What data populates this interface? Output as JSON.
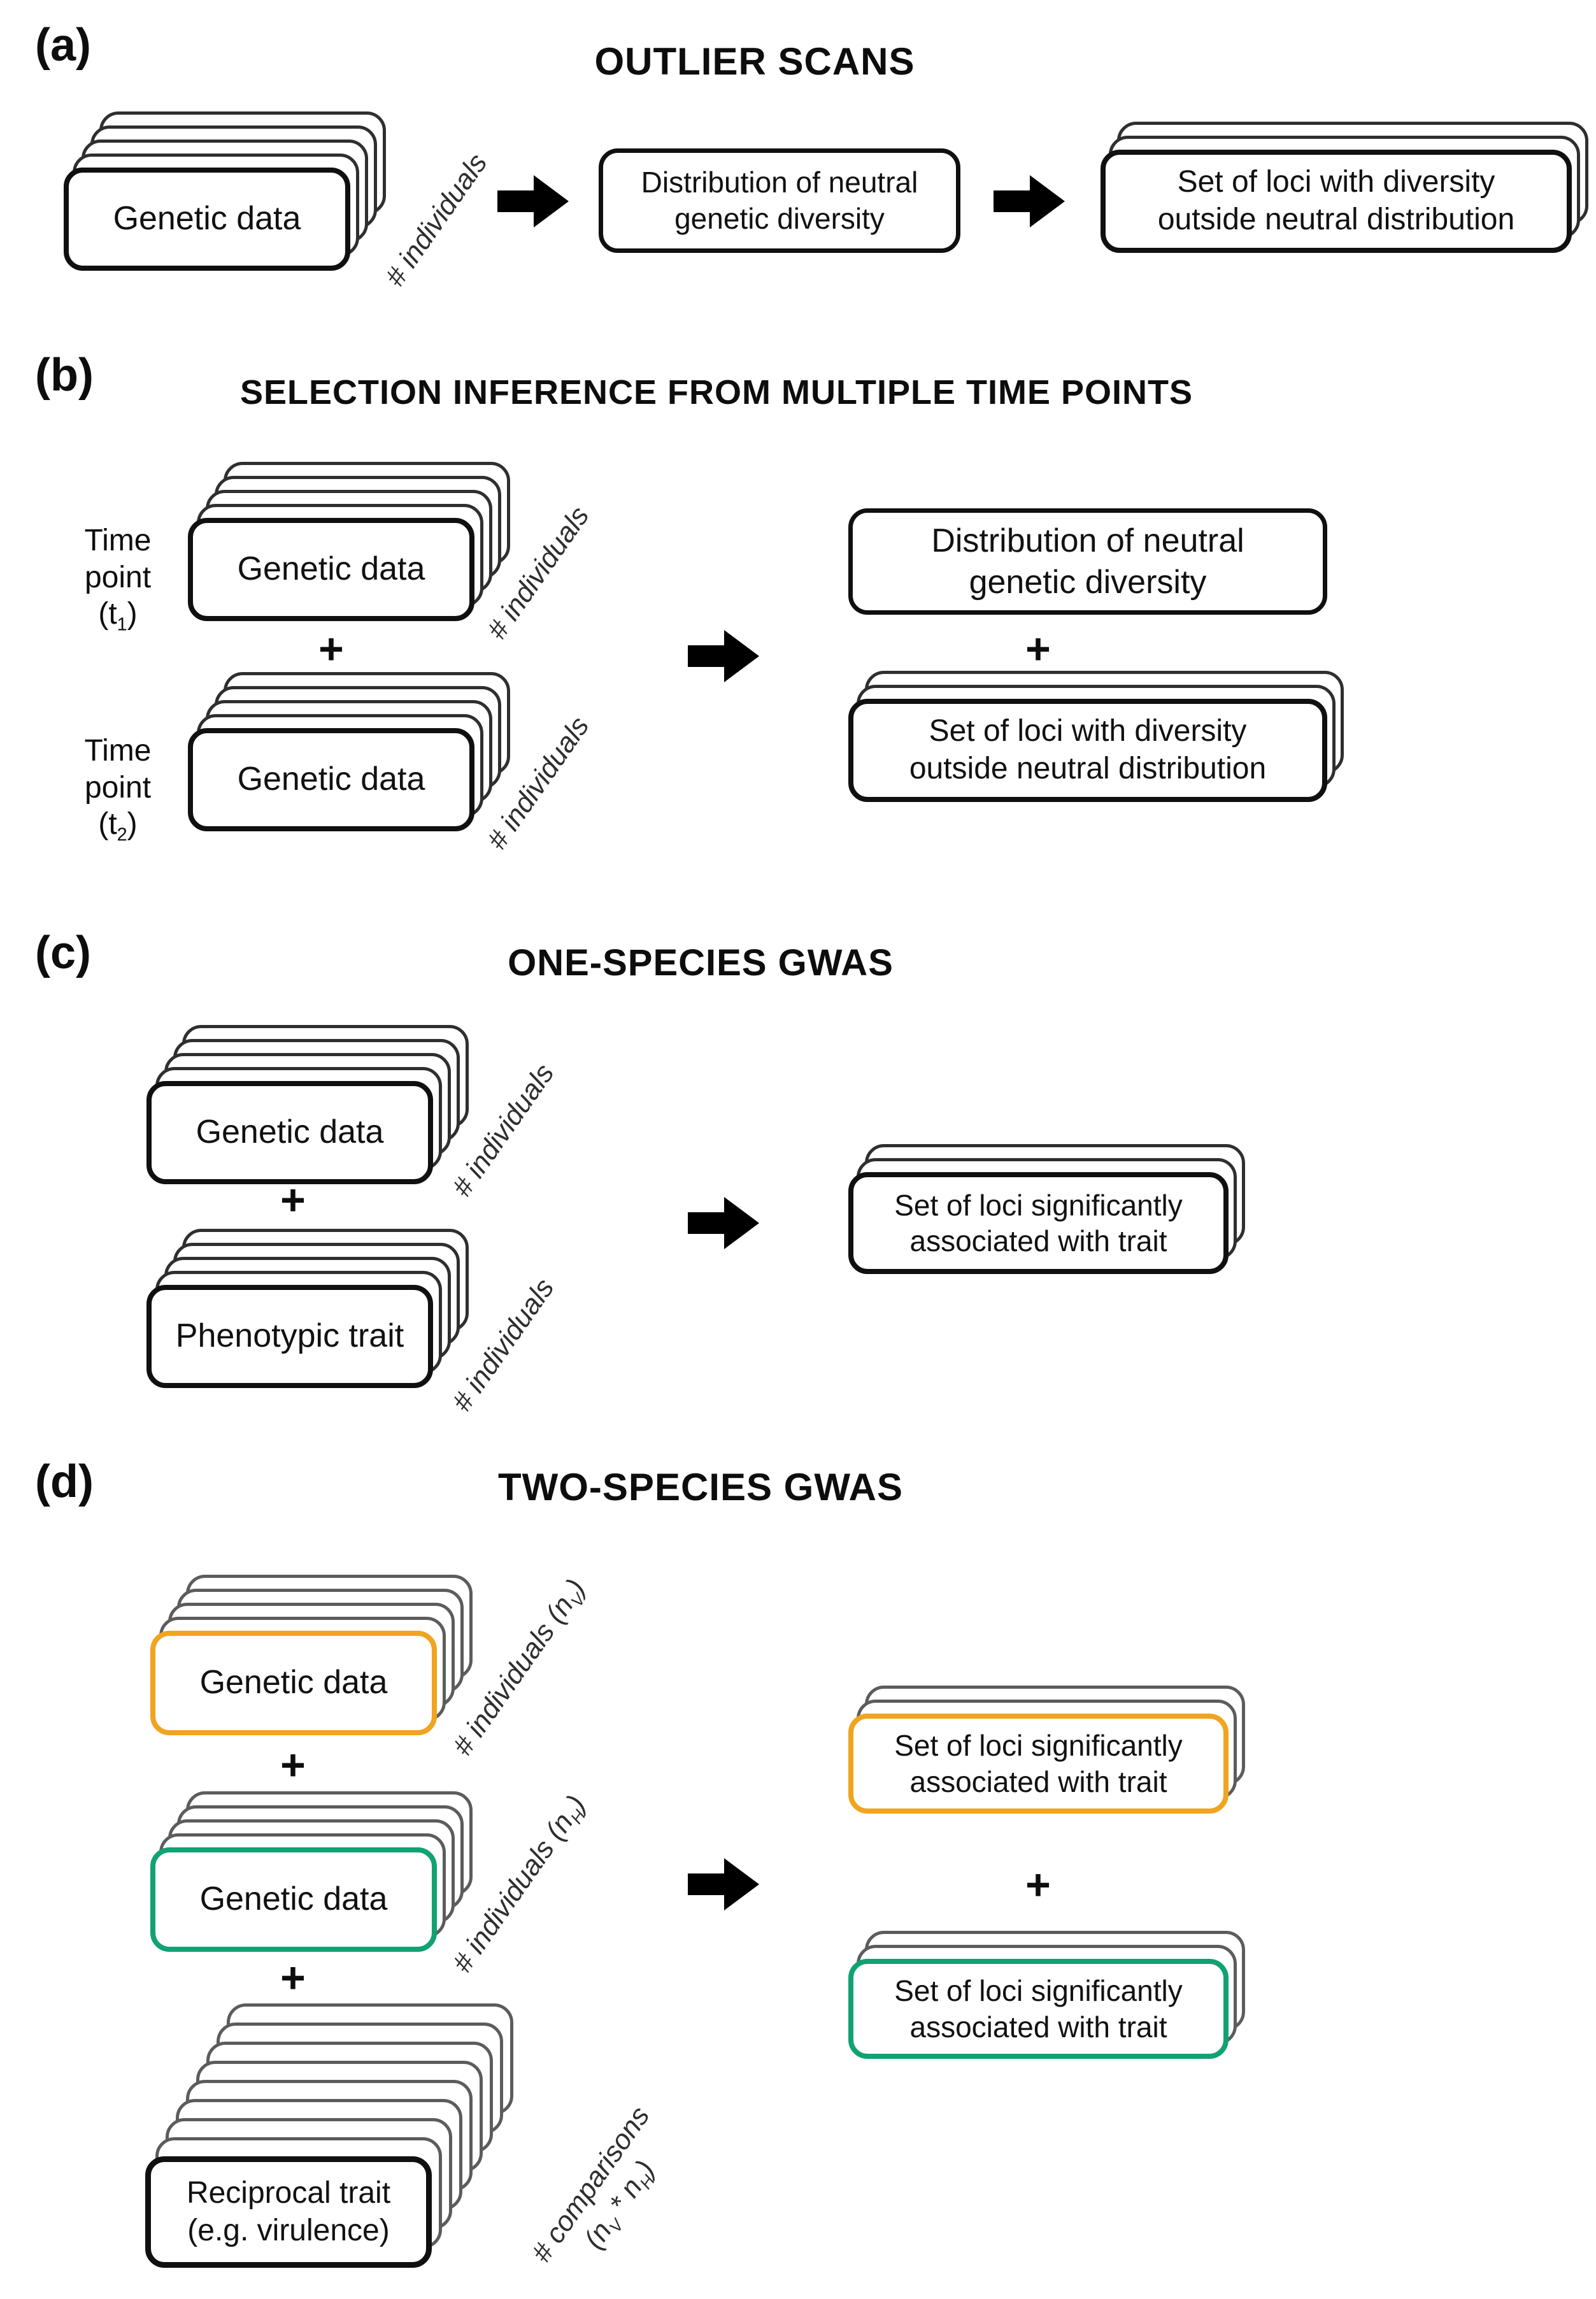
{
  "colors": {
    "orange": "#F0A41F",
    "green": "#10A273",
    "back_border_dark": "#2F2F2F",
    "back_border_gray": "#5C5C5C"
  },
  "panels": {
    "a": {
      "label": "(a)",
      "title": "OUTLIER SCANS",
      "genetic_stack": "Genetic data",
      "individuals_label": "# individuals",
      "distribution_box": [
        "Distribution of neutral",
        "genetic diversity"
      ],
      "output_stack": [
        "Set of loci with diversity",
        "outside neutral distribution"
      ]
    },
    "b": {
      "label": "(b)",
      "title": "SELECTION INFERENCE FROM MULTIPLE TIME POINTS",
      "time_point_1": {
        "line1": "Time",
        "line2": "point",
        "pre": "(t",
        "sub": "1",
        "post": ")"
      },
      "time_point_2": {
        "line1": "Time",
        "line2": "point",
        "pre": "(t",
        "sub": "2",
        "post": ")"
      },
      "genetic_stack_1": "Genetic data",
      "genetic_stack_2": "Genetic data",
      "individuals_label_1": "# individuals",
      "individuals_label_2": "# individuals",
      "plus_left": "+",
      "plus_right": "+",
      "distribution_box": [
        "Distribution of neutral",
        "genetic diversity"
      ],
      "output_stack": [
        "Set of loci with diversity",
        "outside neutral distribution"
      ]
    },
    "c": {
      "label": "(c)",
      "title": "ONE-SPECIES GWAS",
      "genetic_stack": "Genetic data",
      "phenotypic_stack": "Phenotypic trait",
      "individuals_label_1": "# individuals",
      "individuals_label_2": "# individuals",
      "plus": "+",
      "output_stack": [
        "Set of loci significantly",
        "associated with trait"
      ]
    },
    "d": {
      "label": "(d)",
      "title": "TWO-SPECIES GWAS",
      "genetic_stack_virus": "Genetic data",
      "genetic_stack_host": "Genetic data",
      "individuals_virus": {
        "pre": "# individuals (n",
        "sub": "V",
        "post": ")"
      },
      "individuals_host": {
        "pre": "# individuals (n",
        "sub": "H",
        "post": ")"
      },
      "plus_1": "+",
      "plus_2": "+",
      "plus_output": "+",
      "reciprocal_stack": [
        "Reciprocal trait",
        "(e.g. virulence)"
      ],
      "comparisons_label": {
        "line1": "# comparisons",
        "pre": "(n",
        "sub1": "V",
        "mid": " * n",
        "sub2": "H",
        "post": ")"
      },
      "output_stack_virus": [
        "Set of loci significantly",
        "associated with trait"
      ],
      "output_stack_host": [
        "Set of loci significantly",
        "associated with trait"
      ]
    }
  }
}
